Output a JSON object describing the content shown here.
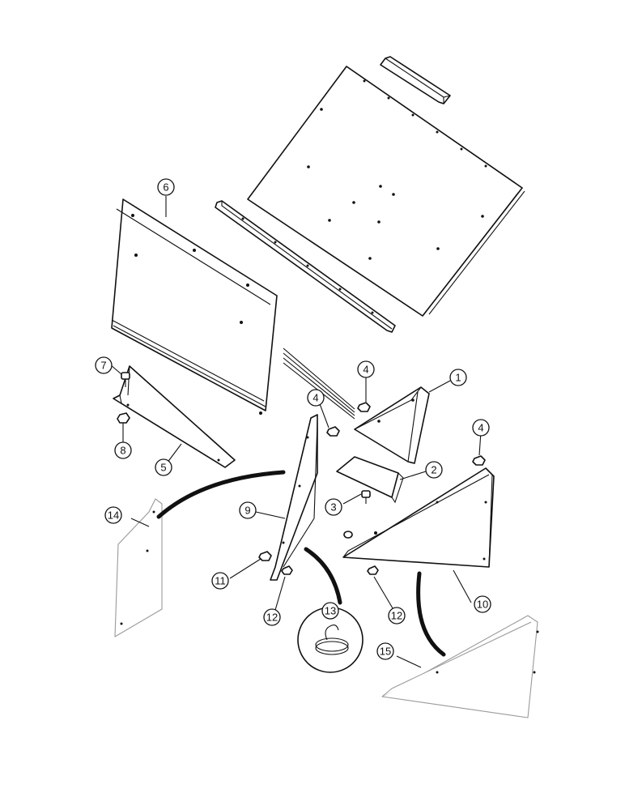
{
  "callouts": [
    {
      "label": "1"
    },
    {
      "label": "2"
    },
    {
      "label": "3"
    },
    {
      "label": "4"
    },
    {
      "label": "4"
    },
    {
      "label": "4"
    },
    {
      "label": "5"
    },
    {
      "label": "6"
    },
    {
      "label": "7"
    },
    {
      "label": "8"
    },
    {
      "label": "9"
    },
    {
      "label": "10"
    },
    {
      "label": "11"
    },
    {
      "label": "12"
    },
    {
      "label": "12"
    },
    {
      "label": "13"
    },
    {
      "label": "14"
    },
    {
      "label": "15"
    }
  ],
  "colors": {
    "line": "#111111",
    "faint": "#9a9a9a",
    "background": "#ffffff"
  }
}
